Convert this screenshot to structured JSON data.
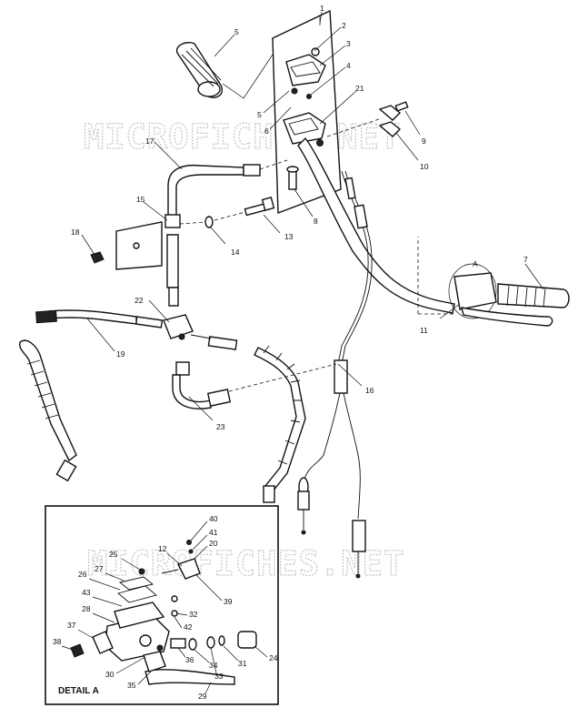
{
  "watermark": "MICROFICHES.NET",
  "detail_title": "DETAIL A",
  "detail_ref": "A",
  "main_callouts": [
    "1",
    "2",
    "3",
    "4",
    "5",
    "6",
    "7",
    "21",
    "9",
    "10",
    "17",
    "15",
    "8",
    "13",
    "18",
    "14",
    "22",
    "19",
    "16",
    "23",
    "11",
    "7"
  ],
  "detail_callouts": [
    "40",
    "41",
    "20",
    "12",
    "25",
    "26",
    "27",
    "43",
    "28",
    "37",
    "38",
    "32",
    "42",
    "39",
    "36",
    "34",
    "33",
    "31",
    "24",
    "30",
    "35",
    "29"
  ]
}
